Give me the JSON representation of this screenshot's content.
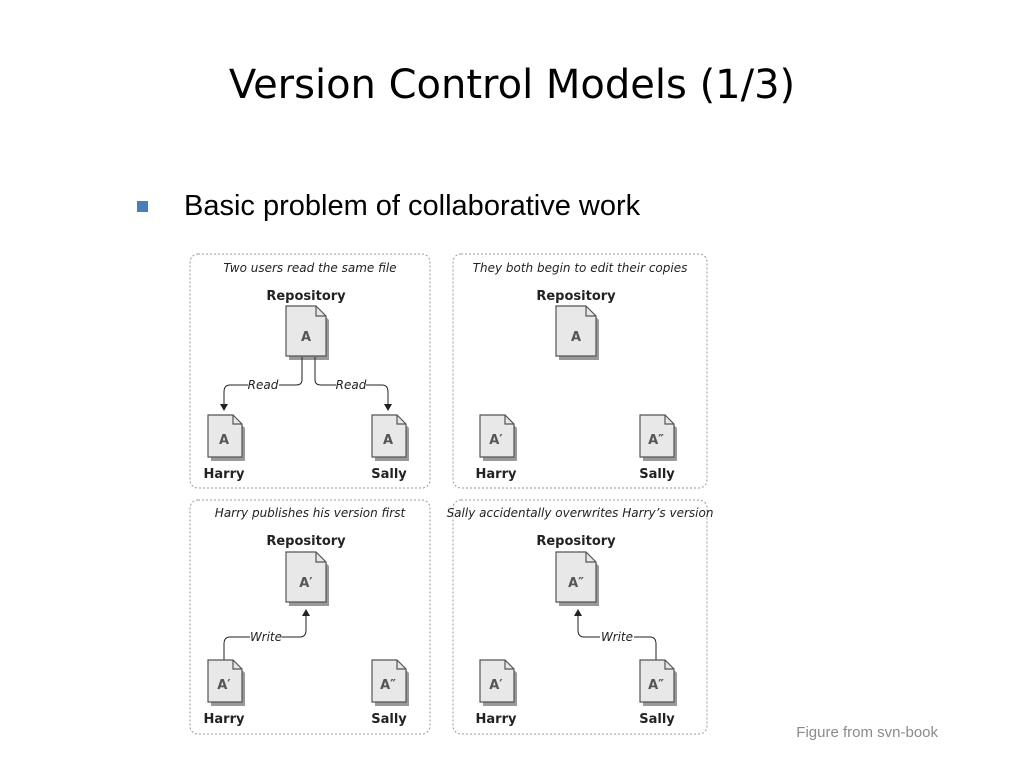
{
  "title": "Version Control Models (1/3)",
  "bullet": "Basic problem of collaborative work",
  "caption": "Figure from svn-book",
  "labels": {
    "repository": "Repository",
    "harry": "Harry",
    "sally": "Sally"
  },
  "panels": [
    {
      "title": "Two users read the same file",
      "repo_doc": "A",
      "harry_doc": "A",
      "sally_doc": "A",
      "arrow_left": "Read",
      "arrow_right": "Read"
    },
    {
      "title": "They both begin to edit their copies",
      "repo_doc": "A",
      "harry_doc": "A′",
      "sally_doc": "A″"
    },
    {
      "title": "Harry publishes his version first",
      "repo_doc": "A′",
      "harry_doc": "A′",
      "sally_doc": "A″",
      "arrow_left": "Write"
    },
    {
      "title": "Sally accidentally overwrites Harry’s version",
      "repo_doc": "A″",
      "harry_doc": "A′",
      "sally_doc": "A″",
      "arrow_right": "Write"
    }
  ],
  "colors": {
    "bullet": "#4a7ebb",
    "caption": "#8a8a8a",
    "doc_fill": "#e8e8e8"
  }
}
